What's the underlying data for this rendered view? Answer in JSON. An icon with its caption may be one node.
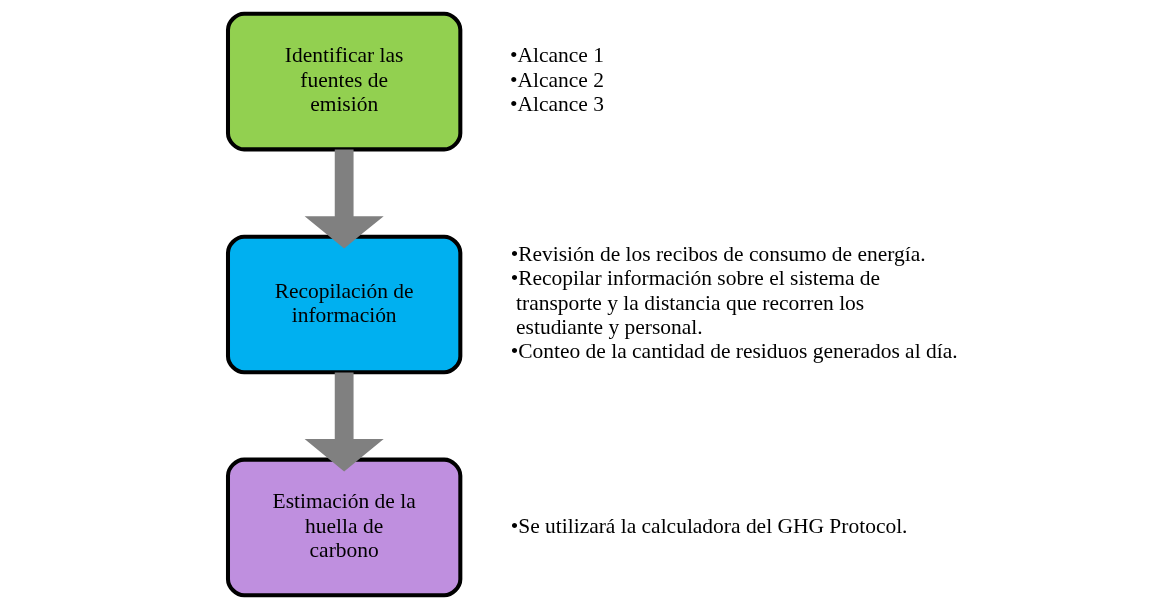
{
  "diagram": {
    "nodes": [
      {
        "text": [
          "Identificar las fuentes de emisión"
        ],
        "beside": [
          "•Alcance 1",
          "•Alcance 2",
          "•Alcance 3"
        ]
      },
      {
        "text": [
          "Recopilación de información"
        ],
        "beside": [
          "•Revisión de los recibos de consumo de energía.",
          "•Recopilar información sobre el sistema de transporte y la distancia que recorren los estudiante y personal.",
          "•Conteo de la cantidad de residuos generados al día."
        ]
      },
      {
        "text": [
          "Estimación de la huella de carbono"
        ],
        "beside": [
          "•Se utilizará la calculadora del GHG Protocol."
        ]
      }
    ],
    "edges": [
      {
        "from": 0,
        "to": 1,
        "arrow": "to"
      },
      {
        "from": 1,
        "to": 2,
        "arrow": "to"
      }
    ]
  }
}
